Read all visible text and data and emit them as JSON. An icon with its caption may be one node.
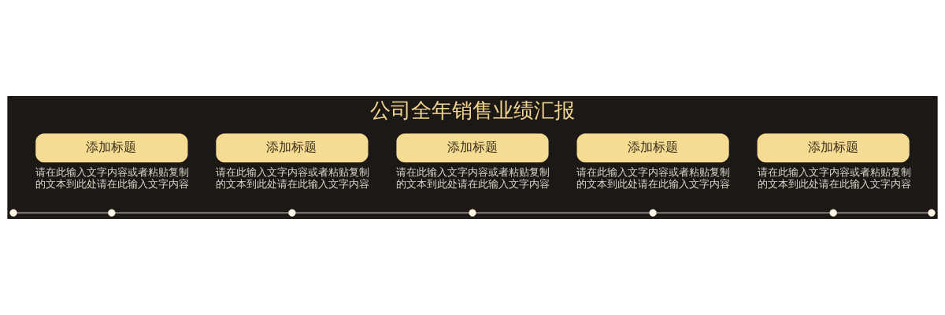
{
  "diagram": {
    "title": "公司全年销售业绩汇报",
    "nodes": [
      {
        "text": [
          "添加标题"
        ],
        "beside": [
          "请在此输入文字内容或者粘贴复制的文本到此处请在此输入文字内容"
        ]
      },
      {
        "text": [
          "添加标题"
        ],
        "beside": [
          "请在此输入文字内容或者粘贴复制的文本到此处请在此输入文字内容"
        ]
      },
      {
        "text": [
          "添加标题"
        ],
        "beside": [
          "请在此输入文字内容或者粘贴复制的文本到此处请在此输入文字内容"
        ]
      },
      {
        "text": [
          "添加标题"
        ],
        "beside": [
          "请在此输入文字内容或者粘贴复制的文本到此处请在此输入文字内容"
        ]
      },
      {
        "text": [
          "添加标题"
        ],
        "beside": [
          "请在此输入文字内容或者粘贴复制的文本到此处请在此输入文字内容"
        ]
      },
      {
        "text": [],
        "shape": "circle"
      },
      {
        "text": [],
        "shape": "circle"
      },
      {
        "text": [],
        "shape": "circle"
      },
      {
        "text": [],
        "shape": "circle"
      },
      {
        "text": [],
        "shape": "circle"
      },
      {
        "text": [],
        "shape": "circle"
      },
      {
        "text": [],
        "shape": "circle"
      }
    ],
    "edges": [
      {
        "from": 5,
        "to": 6,
        "arrow": "none"
      },
      {
        "from": 6,
        "to": 7,
        "arrow": "none"
      },
      {
        "from": 7,
        "to": 8,
        "arrow": "none"
      },
      {
        "from": 8,
        "to": 9,
        "arrow": "none"
      },
      {
        "from": 9,
        "to": 10,
        "arrow": "none"
      },
      {
        "from": 10,
        "to": 11,
        "arrow": "none"
      }
    ]
  }
}
